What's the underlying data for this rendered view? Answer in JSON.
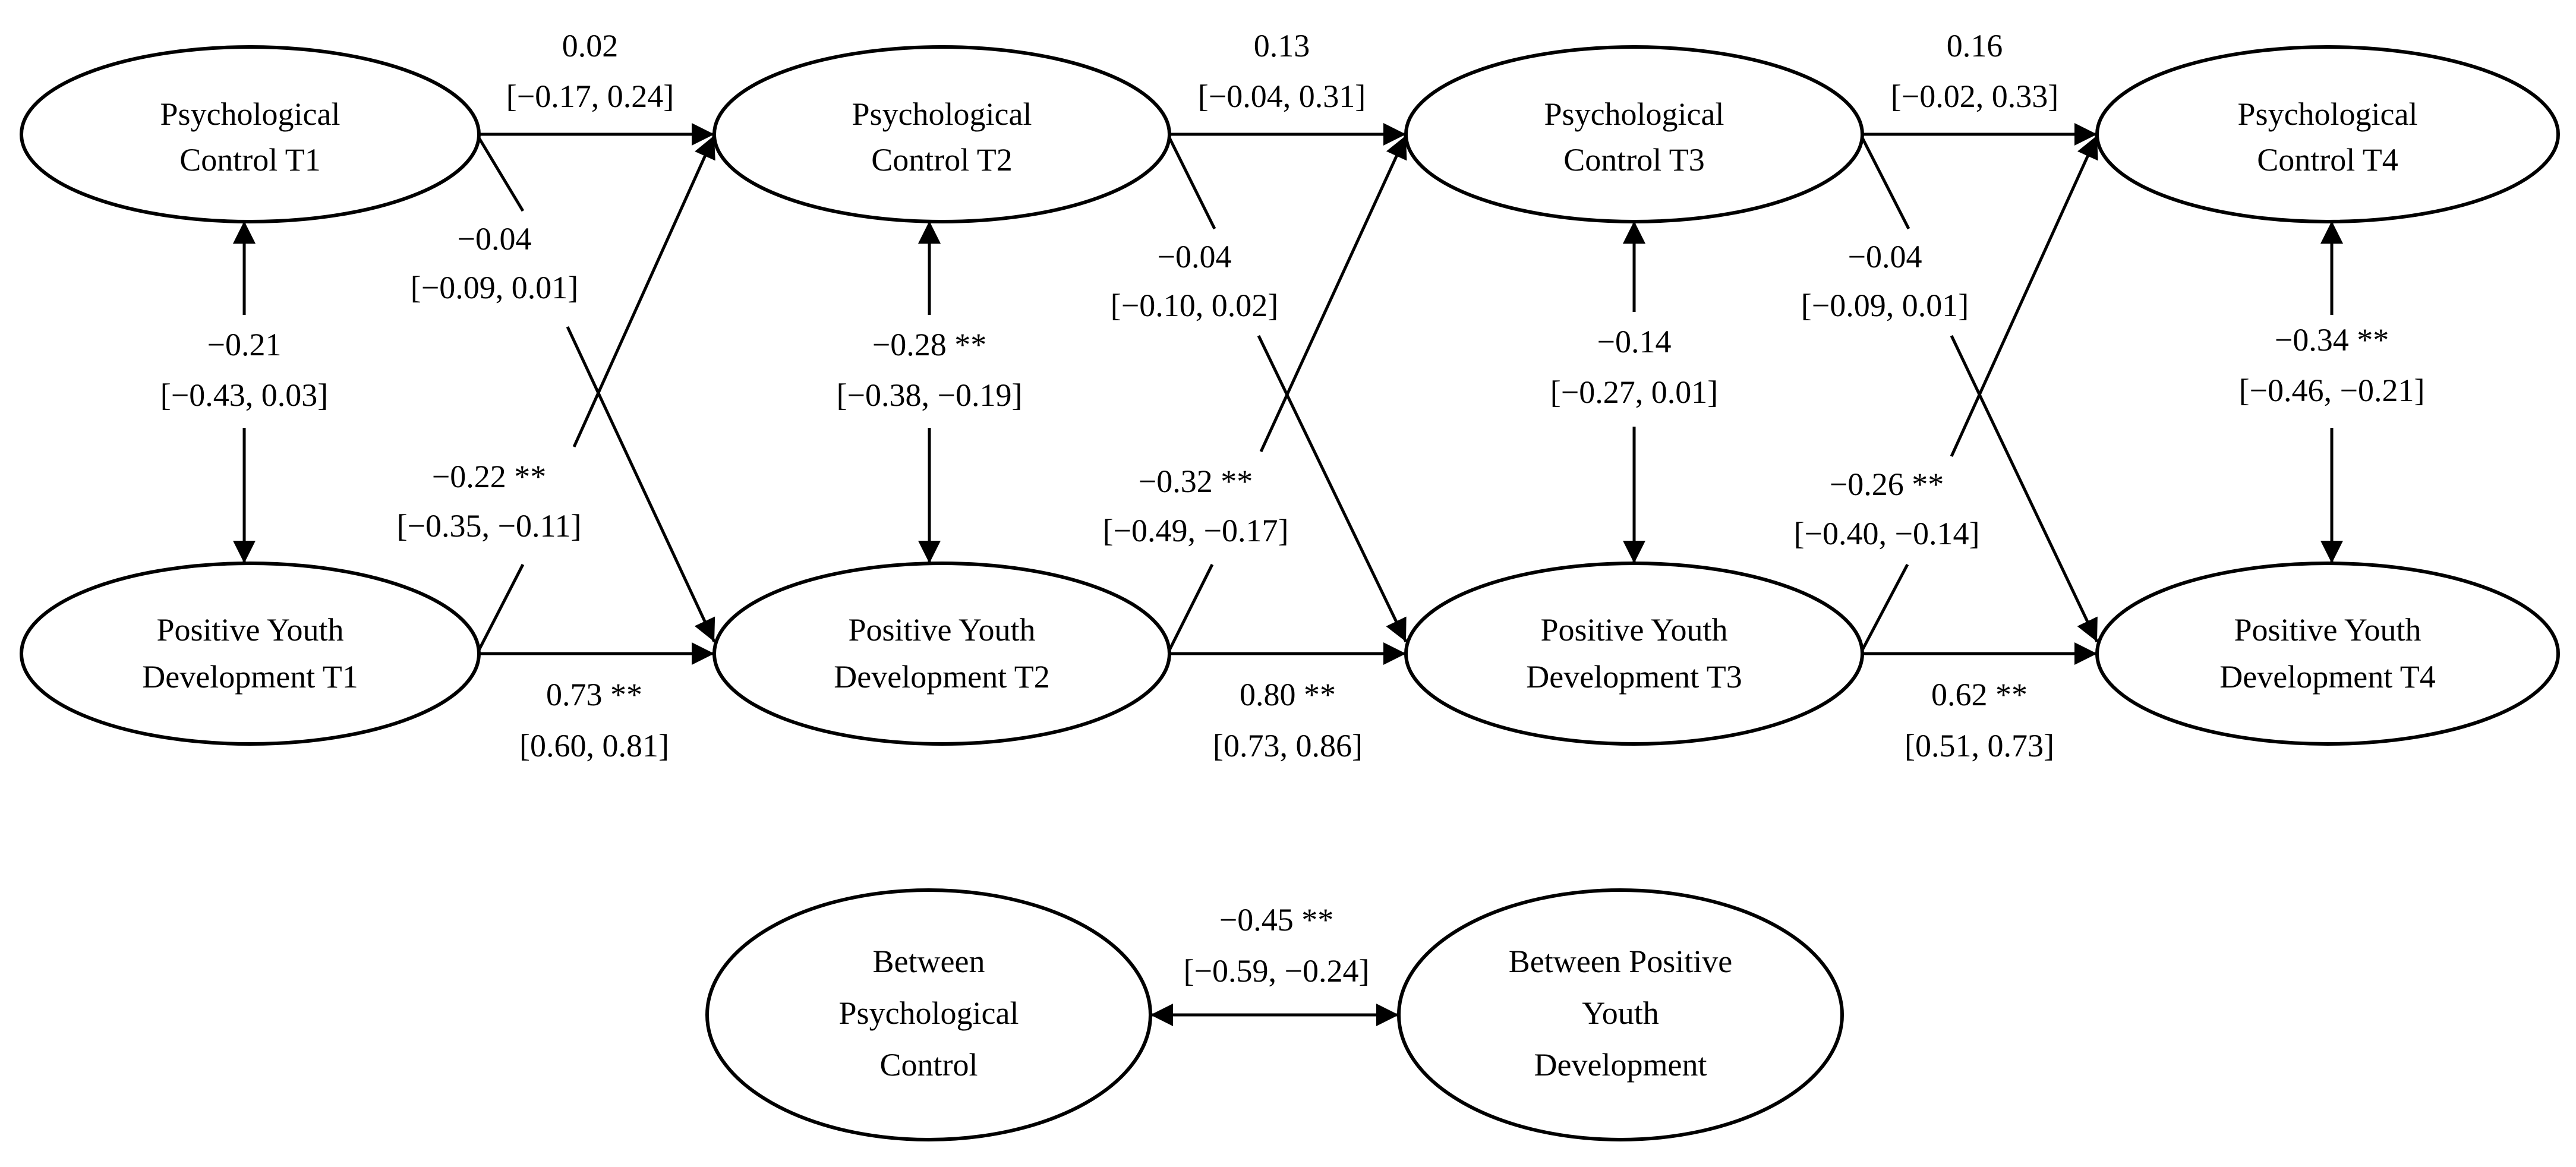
{
  "nodes": {
    "pc1": [
      "Psychological",
      "Control T1"
    ],
    "pc2": [
      "Psychological",
      "Control T2"
    ],
    "pc3": [
      "Psychological",
      "Control T3"
    ],
    "pc4": [
      "Psychological",
      "Control T4"
    ],
    "pyd1": [
      "Positive Youth",
      "Development T1"
    ],
    "pyd2": [
      "Positive Youth",
      "Development T2"
    ],
    "pyd3": [
      "Positive Youth",
      "Development T3"
    ],
    "pyd4": [
      "Positive Youth",
      "Development T4"
    ],
    "bpc": [
      "Between",
      "Psychological",
      "Control"
    ],
    "bpyd": [
      "Between Positive",
      "Youth",
      "Development"
    ]
  },
  "paths": {
    "pc1_pc2": [
      "0.02",
      "[−0.17, 0.24]"
    ],
    "pc2_pc3": [
      "0.13",
      "[−0.04, 0.31]"
    ],
    "pc3_pc4": [
      "0.16",
      "[−0.02, 0.33]"
    ],
    "pyd1_pyd2": [
      "0.73 **",
      "[0.60, 0.81]"
    ],
    "pyd2_pyd3": [
      "0.80 **",
      "[0.73, 0.86]"
    ],
    "pyd3_pyd4": [
      "0.62 **",
      "[0.51, 0.73]"
    ],
    "pc1_pyd2": [
      "−0.04",
      "[−0.09, 0.01]"
    ],
    "pc2_pyd3": [
      "−0.04",
      "[−0.10, 0.02]"
    ],
    "pc3_pyd4": [
      "−0.04",
      "[−0.09, 0.01]"
    ],
    "pyd1_pc2": [
      "−0.22 **",
      "[−0.35, −0.11]"
    ],
    "pyd2_pc3": [
      "−0.32 **",
      "[−0.49, −0.17]"
    ],
    "pyd3_pc4": [
      "−0.26 **",
      "[−0.40, −0.14]"
    ],
    "cov1": [
      "−0.21",
      "[−0.43, 0.03]"
    ],
    "cov2": [
      "−0.28 **",
      "[−0.38, −0.19]"
    ],
    "cov3": [
      "−0.14",
      "[−0.27, 0.01]"
    ],
    "cov4": [
      "−0.34 **",
      "[−0.46, −0.21]"
    ],
    "cov_between": [
      "−0.45 **",
      "[−0.59, −0.24]"
    ]
  }
}
